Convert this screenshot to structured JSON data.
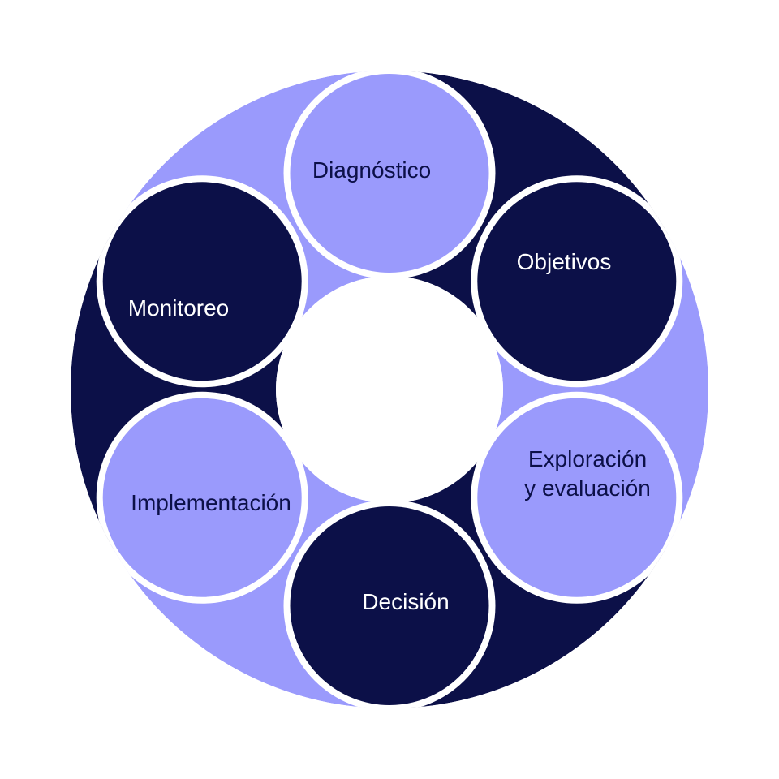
{
  "colors": {
    "dark": "#0c1048",
    "light": "#9a9afc",
    "gap": "#ffffff"
  },
  "stages": [
    {
      "label": "Diagnóstico",
      "tone": "light"
    },
    {
      "label": "Objetivos",
      "tone": "dark"
    },
    {
      "label": "Exploración y evaluación",
      "label_lines": [
        "Exploración",
        "y evaluación"
      ],
      "tone": "light"
    },
    {
      "label": "Decisión",
      "tone": "dark"
    },
    {
      "label": "Implementación",
      "tone": "light"
    },
    {
      "label": "Monitoreo",
      "tone": "dark"
    }
  ]
}
